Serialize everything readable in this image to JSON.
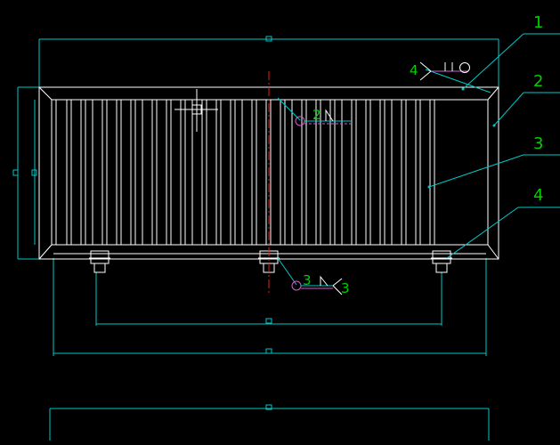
{
  "colors": {
    "background": "#000000",
    "outline": "#ffffff",
    "dimension": "#00c8c8",
    "annotation": "#00d000",
    "weld_symbol": "#d060d0",
    "centerline": "#e02020"
  },
  "callouts": {
    "c1": "1",
    "c2": "2",
    "c3": "3",
    "c4": "4"
  },
  "weld_symbols": {
    "w_top_label": "4",
    "w_center_label": "2",
    "w_bottom_label": "3",
    "w_bottom_tail": "3"
  }
}
